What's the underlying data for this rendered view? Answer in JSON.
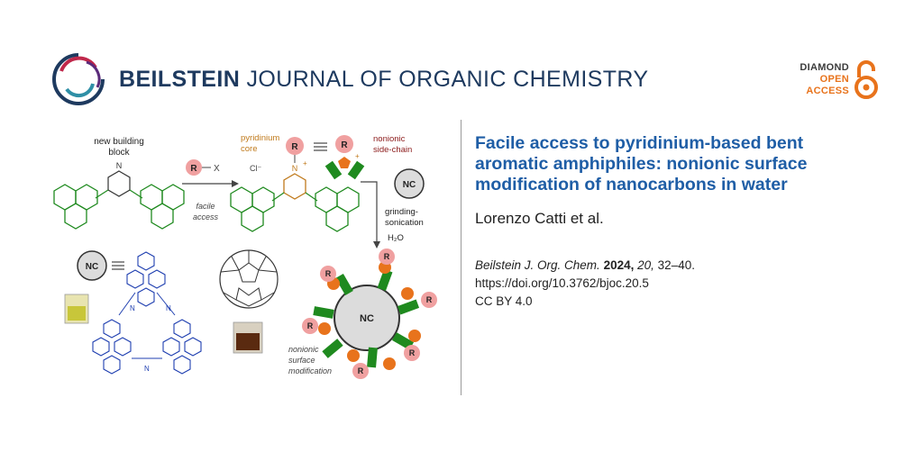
{
  "header": {
    "journal_strong": "BEILSTEIN",
    "journal_light": "JOURNAL OF ORGANIC CHEMISTRY",
    "badge": {
      "line1": "DIAMOND",
      "line2": "OPEN",
      "line3": "ACCESS"
    },
    "colors": {
      "navy": "#1e3a5f",
      "orange": "#e8731c",
      "crimson": "#c0284b"
    }
  },
  "article": {
    "title": "Facile access to pyridinium-based bent aromatic amphiphiles: nonionic surface modification of nanocarbons in water",
    "authors": "Lorenzo Catti et al.",
    "journal_abbrev": "Beilstein J. Org. Chem.",
    "year": "2024,",
    "volume": "20,",
    "pages": "32–40.",
    "doi": "https://doi.org/10.3762/bjoc.20.5",
    "license": "CC BY 4.0"
  },
  "graphic": {
    "new_block_l1": "new building",
    "new_block_l2": "block",
    "pyridinium_l1": "pyridinium",
    "pyridinium_l2": "core",
    "nonionic_l1": "nonionic",
    "nonionic_l2": "side-chain",
    "reagent_r": "R",
    "reagent_x": "X",
    "facile_l1": "facile",
    "facile_l2": "access",
    "counter_ion": "Cl⁻",
    "nitrogen": "N",
    "plus": "+",
    "nc": "NC",
    "grinding_l1": "grinding-",
    "grinding_l2": "sonication",
    "water": "H₂O",
    "surface_l1": "nonionic",
    "surface_l2": "surface",
    "surface_l3": "modification",
    "triazine_n": "N",
    "colors": {
      "green": "#1f8a1f",
      "orange_core": "#c07a1c",
      "pink": "#f0a0a0",
      "darkred": "#8b1a1a",
      "blue": "#1f3fb0"
    }
  }
}
